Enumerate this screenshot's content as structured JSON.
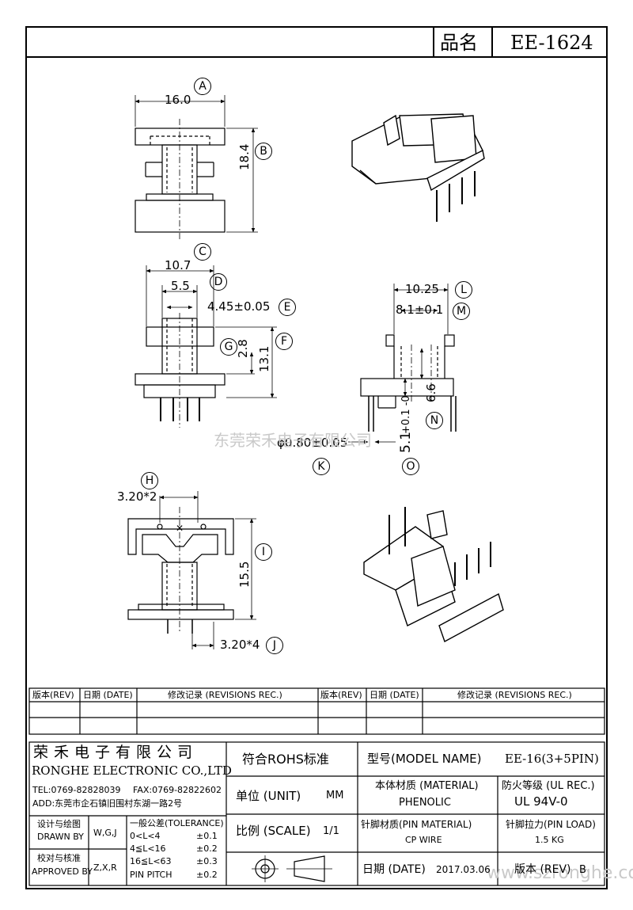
{
  "header": {
    "name_label": "品名",
    "part_no": "EE-1624"
  },
  "dims": {
    "A": {
      "letter": "A",
      "value": "16.0"
    },
    "B": {
      "letter": "B",
      "value": "18.4"
    },
    "C": {
      "letter": "C",
      "value": "10.7"
    },
    "D": {
      "letter": "D",
      "value": "5.5"
    },
    "E": {
      "letter": "E",
      "value": "4.45±0.05"
    },
    "F": {
      "letter": "F",
      "value": "13.1"
    },
    "G": {
      "letter": "G",
      "value": "2.8"
    },
    "H": {
      "letter": "H",
      "value": "3.20*2"
    },
    "I": {
      "letter": "I",
      "value": "15.5"
    },
    "J": {
      "letter": "J",
      "value": "3.20*4"
    },
    "K": {
      "letter": "K",
      "value": "φ0.80±0.05"
    },
    "L": {
      "letter": "L",
      "value": "10.25"
    },
    "M": {
      "letter": "M",
      "value": "8.1±0.1"
    },
    "N": {
      "letter": "N",
      "value": "6.6"
    },
    "O": {
      "letter": "O",
      "value": "5.1"
    },
    "tol": "+0.1 -0"
  },
  "watermark_center": "东莞荣禾电子有限公司",
  "watermark_corner": "www.szronghe.com",
  "revisions": {
    "headers": [
      "版本(REV)",
      "日期 (DATE)",
      "修改记录 (REVISIONS REC.)",
      "版本(REV)",
      "日期 (DATE)",
      "修改记录 (REVISIONS REC.)"
    ]
  },
  "company": {
    "name_cn": "荣禾电子有限公司",
    "name_en": "RONGHE ELECTRONIC CO.,LTD",
    "tel": "TEL:0769-82828039",
    "fax": "FAX:0769-82822602",
    "addr": "ADD:东莞市企石镇旧围村东湖一路2号"
  },
  "title_block": {
    "rohs": "符合ROHS标准",
    "model_label": "型号(MODEL NAME)",
    "model_value": "EE-16(3+5PIN)",
    "unit_label": "单位 (UNIT)",
    "unit_value": "MM",
    "material_label": "本体材质 (MATERIAL)",
    "material_value": "PHENOLIC",
    "ul_label": "防火等级 (UL REC.)",
    "ul_value": "UL 94V-0",
    "scale_label": "比例 (SCALE)",
    "scale_value": "1/1",
    "pin_mat_label": "针脚材质(PIN MATERIAL)",
    "pin_mat_value": "CP WIRE",
    "pin_load_label": "针脚拉力(PIN LOAD)",
    "pin_load_value": "1.5 KG",
    "date_label": "日期 (DATE)",
    "date_value": "2017.03.06",
    "rev_label": "版本 (REV)",
    "rev_value": "B",
    "design_cn": "设计与绘图",
    "design_en": "DRAWN BY",
    "design_name": "W,G,J",
    "approve_cn": "校对与核准",
    "approve_en": "APPROVED BY",
    "approve_name": "Z,X,R",
    "tol_title": "一般公差(TOLERANCE)",
    "tol_rows": [
      {
        "range": "0<L<4",
        "value": "±0.1"
      },
      {
        "range": "4≦L<16",
        "value": "±0.2"
      },
      {
        "range": "16≦L<63",
        "value": "±0.3"
      },
      {
        "range": "PIN PITCH",
        "value": "±0.2"
      }
    ]
  }
}
